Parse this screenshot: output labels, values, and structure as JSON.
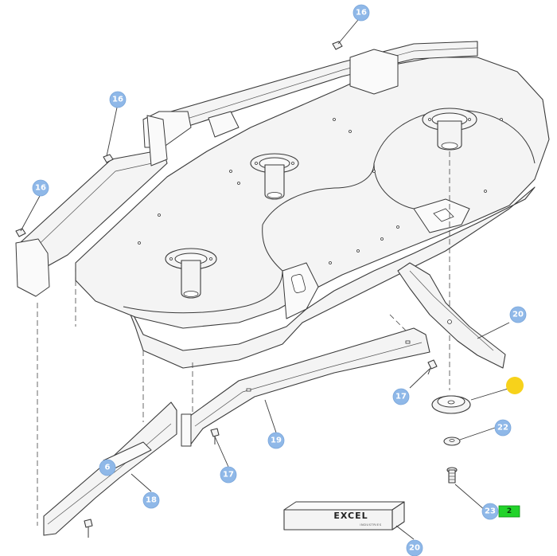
{
  "callouts": {
    "c16_top": "16",
    "c16_mid": "16",
    "c16_left": "16",
    "c20_blade": "20",
    "c17_right": "17",
    "c19": "19",
    "c6": "6",
    "c18": "18",
    "c17_left": "17",
    "c22": "22",
    "c23": "23",
    "c20_label": "20"
  },
  "qty_badge": "2",
  "decal": {
    "brand": "EXCEL",
    "sub": "INDUSTRIES"
  },
  "highlight_color": "#f7d21b",
  "callout_color": "#8fb8e8",
  "badge_color": "#22d32a"
}
